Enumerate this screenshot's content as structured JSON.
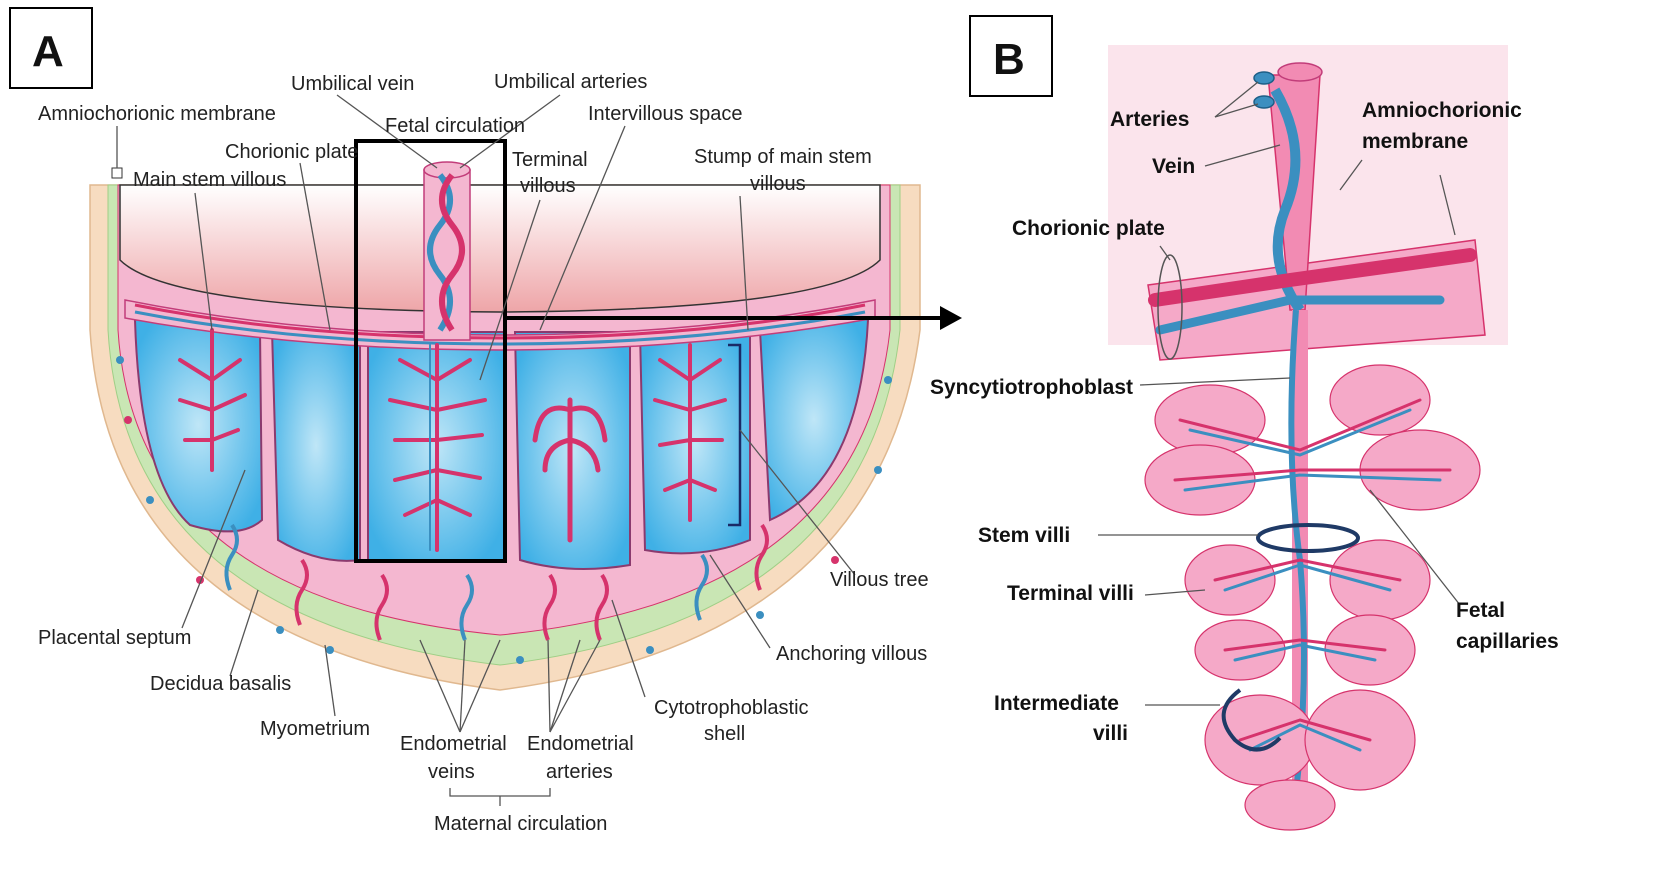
{
  "panel_a": {
    "letter": "A",
    "labels": {
      "umbilical_vein": "Umbilical vein",
      "umbilical_arteries": "Umbilical arteries",
      "amniochorionic_membrane": "Amniochorionic membrane",
      "fetal_circulation": "Fetal circulation",
      "intervillous_space": "Intervillous space",
      "chorionic_plate": "Chorionic plate",
      "terminal_villous_1": "Terminal",
      "terminal_villous_2": "villous",
      "main_stem_villous": "Main stem villous",
      "stump_1": "Stump of main stem",
      "stump_2": "villous",
      "villous_tree": "Villous tree",
      "placental_septum": "Placental septum",
      "anchoring_villous": "Anchoring villous",
      "decidua_basalis": "Decidua basalis",
      "cytotrophoblastic_1": "Cytotrophoblastic",
      "cytotrophoblastic_2": "shell",
      "myometrium": "Myometrium",
      "endometrial_veins_1": "Endometrial",
      "endometrial_veins_2": "veins",
      "endometrial_arteries_1": "Endometrial",
      "endometrial_arteries_2": "arteries",
      "maternal_circulation": "Maternal circulation"
    }
  },
  "panel_b": {
    "letter": "B",
    "labels": {
      "arteries": "Arteries",
      "vein": "Vein",
      "amniochorionic_1": "Amniochorionic",
      "amniochorionic_2": "membrane",
      "chorionic_plate": "Chorionic plate",
      "syncytiotrophoblast": "Syncytiotrophoblast",
      "stem_villi": "Stem villi",
      "terminal_villi": "Terminal villi",
      "fetal_capillaries_1": "Fetal",
      "fetal_capillaries_2": "capillaries",
      "intermediate_1": "Intermediate",
      "intermediate_2": "villi"
    }
  },
  "colors": {
    "artery_red": "#d6336c",
    "vein_blue": "#3b8fc0",
    "villus_pink": "#f3a6c6",
    "space_blue": "#4fb8e8",
    "decidua_green": "#c9e6b4",
    "myometrium_tan": "#f7dcc0",
    "amnion_pink": "#f2c7c2"
  }
}
